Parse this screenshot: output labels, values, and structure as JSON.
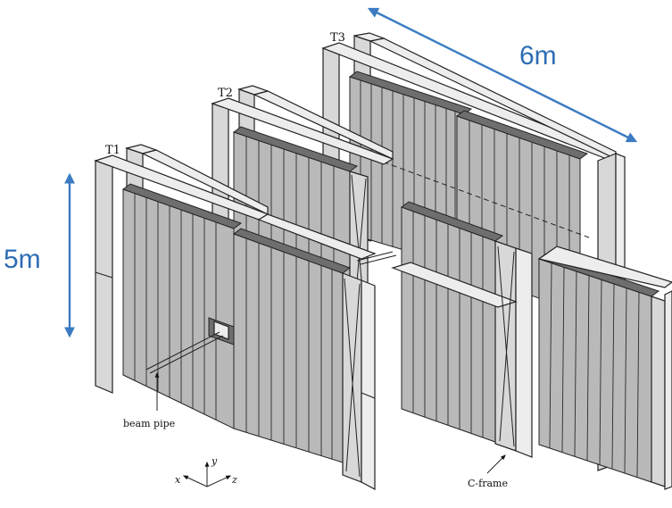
{
  "labels": {
    "station_1": "T1",
    "station_2": "T2",
    "station_3": "T3",
    "beam_pipe": "beam pipe",
    "c_frame": "C-frame",
    "axis_x": "x",
    "axis_y": "y",
    "axis_z": "z"
  },
  "dimensions": {
    "height": "5m",
    "length": "6m"
  },
  "colors": {
    "dimension_arrow": "#3b7bc1",
    "frame": "#ededed",
    "module": "#b9b9b9",
    "outline": "#222222"
  }
}
